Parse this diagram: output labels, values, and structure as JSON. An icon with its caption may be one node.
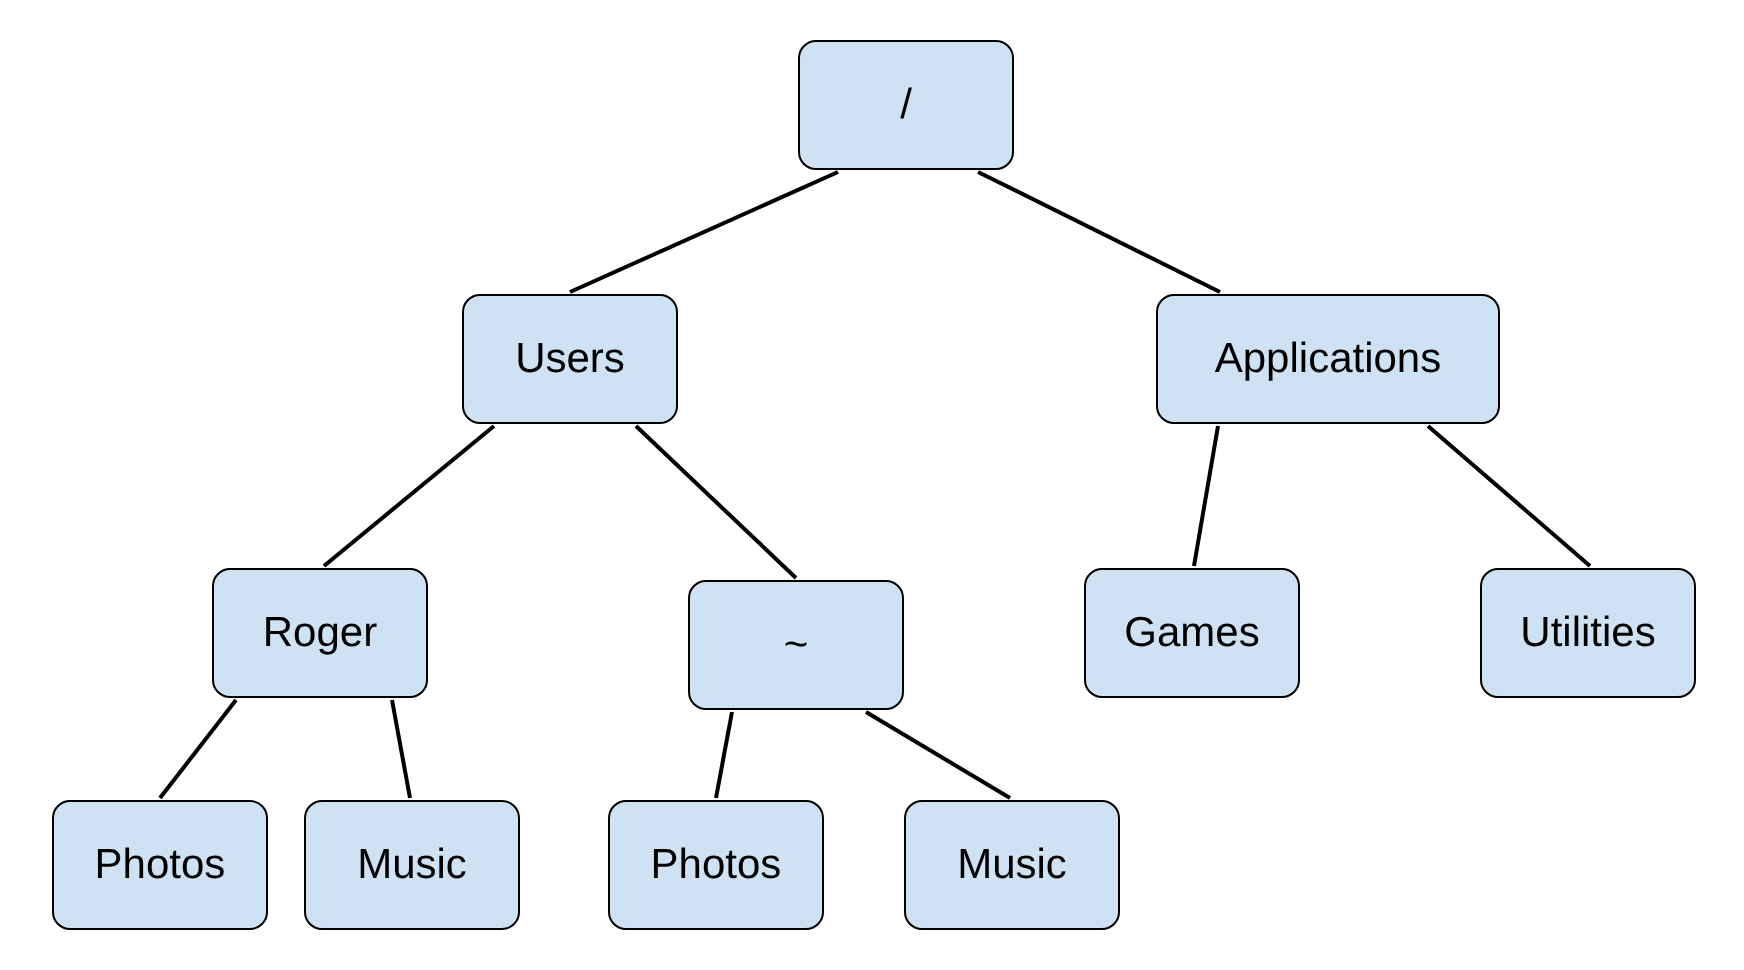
{
  "diagram": {
    "nodes": [
      {
        "text": [
          "/"
        ]
      },
      {
        "text": [
          "Users"
        ]
      },
      {
        "text": [
          "Applications"
        ]
      },
      {
        "text": [
          "Roger"
        ]
      },
      {
        "text": [
          "~"
        ]
      },
      {
        "text": [
          "Games"
        ]
      },
      {
        "text": [
          "Utilities"
        ]
      },
      {
        "text": [
          "Photos"
        ]
      },
      {
        "text": [
          "Music"
        ]
      },
      {
        "text": [
          "Photos"
        ]
      },
      {
        "text": [
          "Music"
        ]
      }
    ],
    "edges": [
      {
        "from": 0,
        "to": 1,
        "arrow": "none"
      },
      {
        "from": 0,
        "to": 2,
        "arrow": "none"
      },
      {
        "from": 1,
        "to": 3,
        "arrow": "none"
      },
      {
        "from": 1,
        "to": 4,
        "arrow": "none"
      },
      {
        "from": 2,
        "to": 5,
        "arrow": "none"
      },
      {
        "from": 2,
        "to": 6,
        "arrow": "none"
      },
      {
        "from": 3,
        "to": 7,
        "arrow": "none"
      },
      {
        "from": 3,
        "to": 8,
        "arrow": "none"
      },
      {
        "from": 4,
        "to": 9,
        "arrow": "none"
      },
      {
        "from": 4,
        "to": 10,
        "arrow": "none"
      }
    ]
  }
}
